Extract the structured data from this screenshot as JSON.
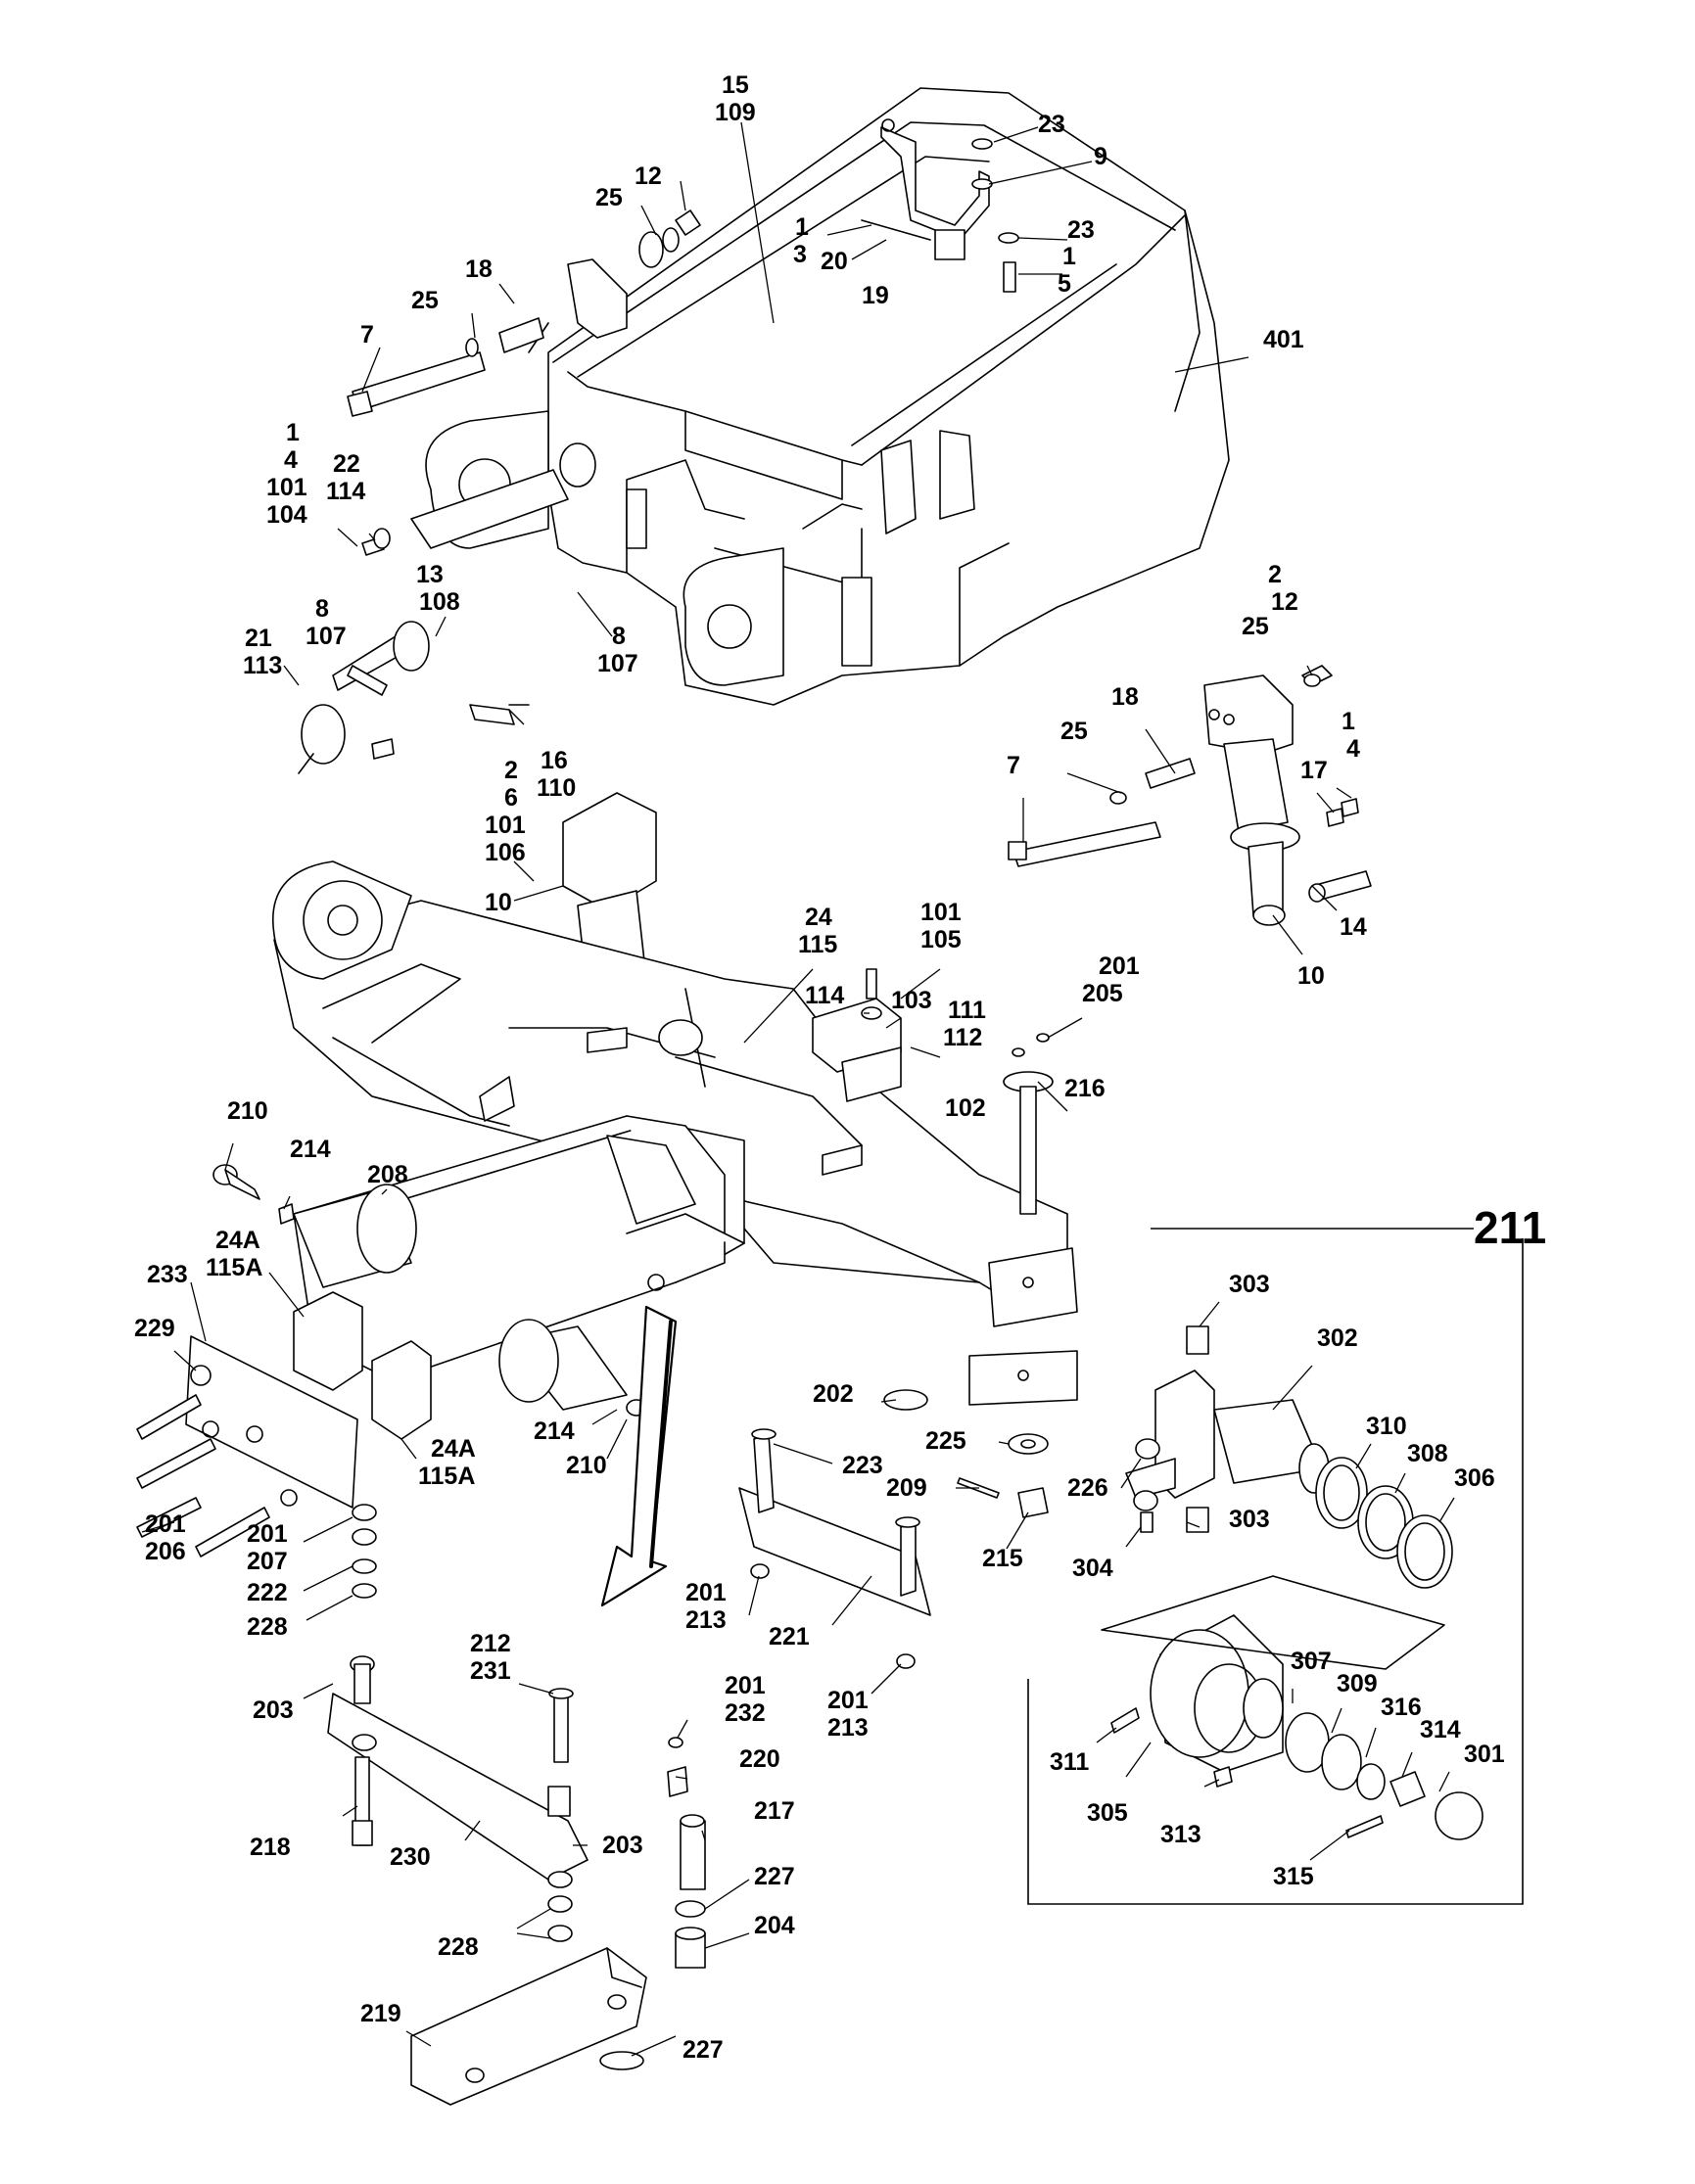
{
  "diagram": {
    "callouts": [
      {
        "id": "c1",
        "lines": [
          "15",
          "109"
        ]
      },
      {
        "id": "c2",
        "lines": [
          "23"
        ]
      },
      {
        "id": "c3",
        "lines": [
          "9"
        ]
      },
      {
        "id": "c4",
        "lines": [
          "25"
        ]
      },
      {
        "id": "c5",
        "lines": [
          "12"
        ]
      },
      {
        "id": "c6",
        "lines": [
          "1",
          "3"
        ]
      },
      {
        "id": "c7",
        "lines": [
          "20"
        ]
      },
      {
        "id": "c8",
        "lines": [
          "23"
        ]
      },
      {
        "id": "c9",
        "lines": [
          "1",
          "5"
        ]
      },
      {
        "id": "c10",
        "lines": [
          "18"
        ]
      },
      {
        "id": "c11",
        "lines": [
          "19"
        ]
      },
      {
        "id": "c12",
        "lines": [
          "25"
        ]
      },
      {
        "id": "c13",
        "lines": [
          "7"
        ]
      },
      {
        "id": "c14",
        "lines": [
          "401"
        ]
      },
      {
        "id": "c15",
        "lines": [
          "1",
          "4",
          "101",
          "104"
        ]
      },
      {
        "id": "c16",
        "lines": [
          "22",
          "114"
        ]
      },
      {
        "id": "c17",
        "lines": [
          "13",
          "108"
        ]
      },
      {
        "id": "c18",
        "lines": [
          "8",
          "107"
        ]
      },
      {
        "id": "c19",
        "lines": [
          "8",
          "107"
        ]
      },
      {
        "id": "c20",
        "lines": [
          "21",
          "113"
        ]
      },
      {
        "id": "c21",
        "lines": [
          "2",
          "12"
        ]
      },
      {
        "id": "c22",
        "lines": [
          "25"
        ]
      },
      {
        "id": "c23",
        "lines": [
          "18"
        ]
      },
      {
        "id": "c24",
        "lines": [
          "25"
        ]
      },
      {
        "id": "c25",
        "lines": [
          "1",
          "4"
        ]
      },
      {
        "id": "c26",
        "lines": [
          "7"
        ]
      },
      {
        "id": "c27",
        "lines": [
          "17"
        ]
      },
      {
        "id": "c28",
        "lines": [
          "16",
          "110"
        ]
      },
      {
        "id": "c29",
        "lines": [
          "2",
          "6",
          "101",
          "106"
        ]
      },
      {
        "id": "c30",
        "lines": [
          "14"
        ]
      },
      {
        "id": "c31",
        "lines": [
          "10"
        ]
      },
      {
        "id": "c32",
        "lines": [
          "10"
        ]
      },
      {
        "id": "c33",
        "lines": [
          "24",
          "115"
        ]
      },
      {
        "id": "c34",
        "lines": [
          "101",
          "105"
        ]
      },
      {
        "id": "c35",
        "lines": [
          "201",
          "205"
        ]
      },
      {
        "id": "c36",
        "lines": [
          "114"
        ]
      },
      {
        "id": "c37",
        "lines": [
          "103"
        ]
      },
      {
        "id": "c38",
        "lines": [
          "111",
          "112"
        ]
      },
      {
        "id": "c39",
        "lines": [
          "102"
        ]
      },
      {
        "id": "c40",
        "lines": [
          "216"
        ]
      },
      {
        "id": "c41",
        "lines": [
          "210"
        ]
      },
      {
        "id": "c42",
        "lines": [
          "214"
        ]
      },
      {
        "id": "c43",
        "lines": [
          "208"
        ]
      },
      {
        "id": "c44",
        "lines": [
          "24A",
          "115A"
        ]
      },
      {
        "id": "c45",
        "lines": [
          "233"
        ]
      },
      {
        "id": "c46",
        "lines": [
          "229"
        ]
      },
      {
        "id": "c47",
        "lines": [
          "303"
        ]
      },
      {
        "id": "c48",
        "lines": [
          "302"
        ]
      },
      {
        "id": "c49",
        "lines": [
          "202"
        ]
      },
      {
        "id": "c50",
        "lines": [
          "225"
        ]
      },
      {
        "id": "c51",
        "lines": [
          "223"
        ]
      },
      {
        "id": "c52",
        "lines": [
          "310"
        ]
      },
      {
        "id": "c53",
        "lines": [
          "308"
        ]
      },
      {
        "id": "c54",
        "lines": [
          "306"
        ]
      },
      {
        "id": "c55",
        "lines": [
          "214"
        ]
      },
      {
        "id": "c56",
        "lines": [
          "210"
        ]
      },
      {
        "id": "c57",
        "lines": [
          "24A",
          "115A"
        ]
      },
      {
        "id": "c58",
        "lines": [
          "209"
        ]
      },
      {
        "id": "c59",
        "lines": [
          "226"
        ]
      },
      {
        "id": "c60",
        "lines": [
          "303"
        ]
      },
      {
        "id": "c61",
        "lines": [
          "201",
          "206"
        ]
      },
      {
        "id": "c62",
        "lines": [
          "201",
          "207"
        ]
      },
      {
        "id": "c63",
        "lines": [
          "222"
        ]
      },
      {
        "id": "c64",
        "lines": [
          "228"
        ]
      },
      {
        "id": "c65",
        "lines": [
          "215"
        ]
      },
      {
        "id": "c66",
        "lines": [
          "304"
        ]
      },
      {
        "id": "c67",
        "lines": [
          "201",
          "213"
        ]
      },
      {
        "id": "c68",
        "lines": [
          "221"
        ]
      },
      {
        "id": "c69",
        "lines": [
          "201",
          "213"
        ]
      },
      {
        "id": "c70",
        "lines": [
          "203"
        ]
      },
      {
        "id": "c71",
        "lines": [
          "212",
          "231"
        ]
      },
      {
        "id": "c72",
        "lines": [
          "201",
          "232"
        ]
      },
      {
        "id": "c73",
        "lines": [
          "220"
        ]
      },
      {
        "id": "c74",
        "lines": [
          "307"
        ]
      },
      {
        "id": "c75",
        "lines": [
          "309"
        ]
      },
      {
        "id": "c76",
        "lines": [
          "316"
        ]
      },
      {
        "id": "c77",
        "lines": [
          "314"
        ]
      },
      {
        "id": "c78",
        "lines": [
          "301"
        ]
      },
      {
        "id": "c79",
        "lines": [
          "311"
        ]
      },
      {
        "id": "c80",
        "lines": [
          "305"
        ]
      },
      {
        "id": "c81",
        "lines": [
          "313"
        ]
      },
      {
        "id": "c82",
        "lines": [
          "315"
        ]
      },
      {
        "id": "c83",
        "lines": [
          "217"
        ]
      },
      {
        "id": "c84",
        "lines": [
          "218"
        ]
      },
      {
        "id": "c85",
        "lines": [
          "230"
        ]
      },
      {
        "id": "c86",
        "lines": [
          "203"
        ]
      },
      {
        "id": "c87",
        "lines": [
          "227"
        ]
      },
      {
        "id": "c88",
        "lines": [
          "204"
        ]
      },
      {
        "id": "c89",
        "lines": [
          "228"
        ]
      },
      {
        "id": "c90",
        "lines": [
          "219"
        ]
      },
      {
        "id": "c91",
        "lines": [
          "227"
        ]
      }
    ],
    "group_label": "211"
  }
}
